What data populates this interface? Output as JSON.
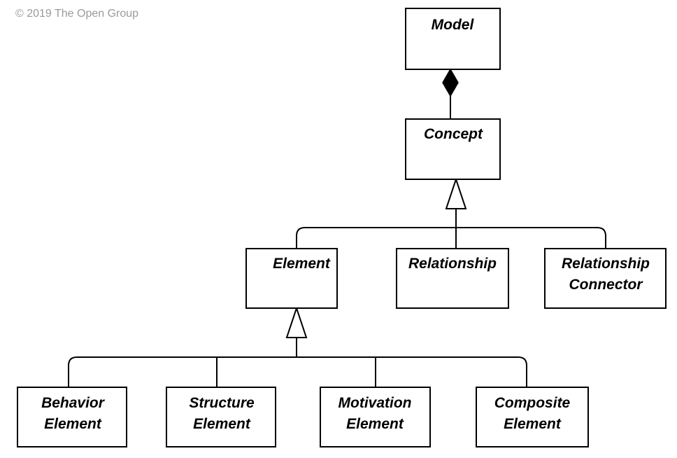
{
  "copyright": "© 2019 The Open Group",
  "nodes": {
    "model": {
      "lines": [
        "Model"
      ]
    },
    "concept": {
      "lines": [
        "Concept"
      ]
    },
    "element": {
      "lines": [
        "Element"
      ]
    },
    "relationship": {
      "lines": [
        "Relationship"
      ]
    },
    "relationship_connector": {
      "lines": [
        "Relationship",
        "Connector"
      ]
    },
    "behavior_element": {
      "lines": [
        "Behavior",
        "Element"
      ]
    },
    "structure_element": {
      "lines": [
        "Structure",
        "Element"
      ]
    },
    "motivation_element": {
      "lines": [
        "Motivation",
        "Element"
      ]
    },
    "composite_element": {
      "lines": [
        "Composite",
        "Element"
      ]
    }
  },
  "colors": {
    "stroke": "#000000",
    "fill": "#ffffff",
    "copyright_text": "#9a9a9a"
  }
}
